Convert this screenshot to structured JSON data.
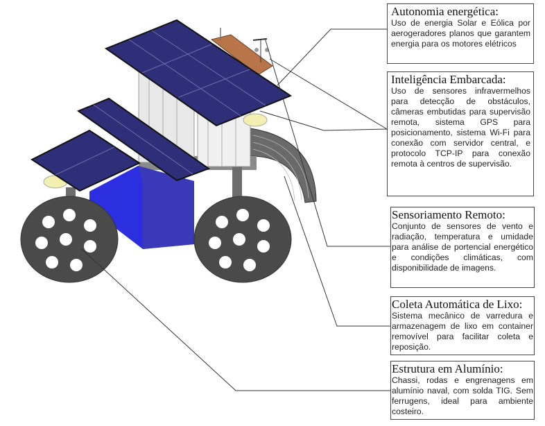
{
  "callouts": [
    {
      "title": "Autonomia energética:",
      "text": "Uso de energia Solar e Eólica por aerogeradores planos que garantem energia para os motores elétricos"
    },
    {
      "title": "Inteligência Embarcada:",
      "text": "Uso de sensores infravermelhos para detecção de obstáculos, câmeras embutidas para supervisão remota, sistema GPS para posicionamento, sistema Wi-Fi para conexão com servidor central, e protocolo TCP-IP para conexão remota à centros de supervisão."
    },
    {
      "title": "Sensoriamento Remoto:",
      "text": "Conjunto de sensores de vento e radiação, temperatura e umidade para análise de portencial energético e condições climáticas, com disponibilidade de imagens."
    },
    {
      "title": "Coleta Automática de Lixo:",
      "text": "Sistema mecânico de varredura e armazenagem de lixo em container removível para facilitar coleta e reposição."
    },
    {
      "title": "Estrutura em Alumínio:",
      "text": "Chassi, rodas e engrenagens em alumínio naval, com solda TIG. Sem ferrugens, ideal para ambiente costeiro."
    }
  ],
  "colors": {
    "panel": "#2f2e78",
    "container": "#2b2fe0",
    "wood": "#b8754a",
    "wheel": "#4a4a4a",
    "mount": "#f3efb0"
  }
}
